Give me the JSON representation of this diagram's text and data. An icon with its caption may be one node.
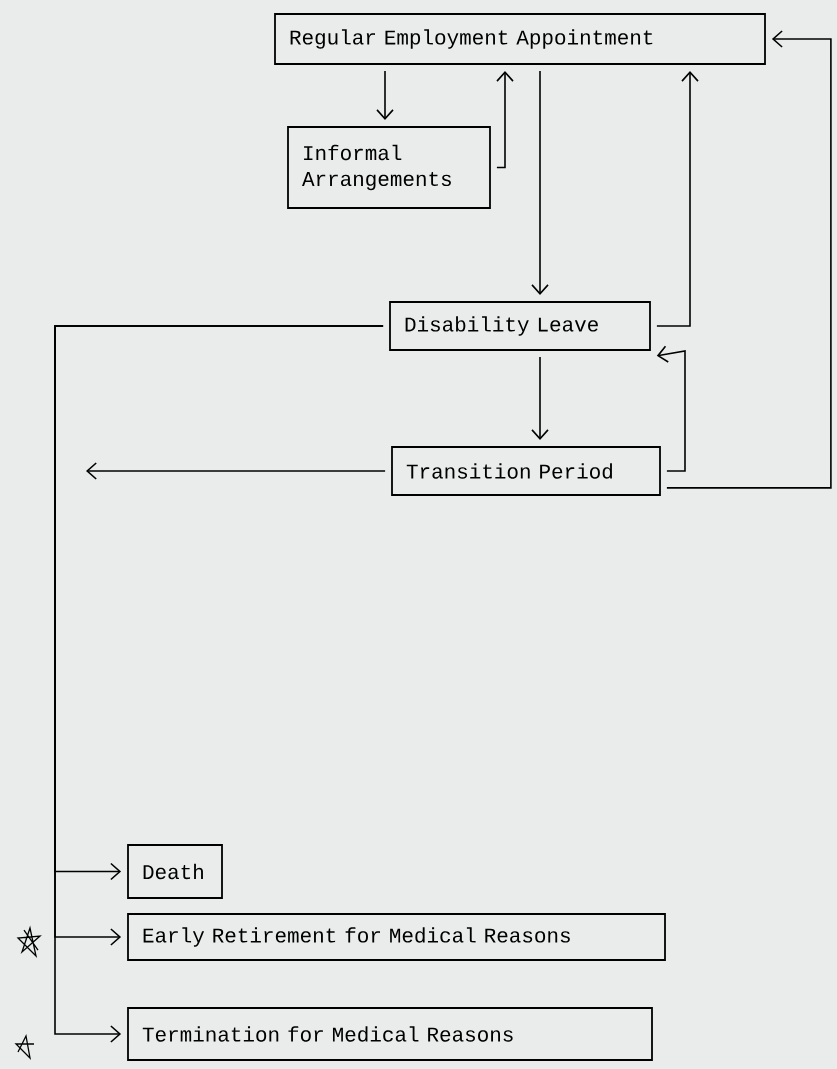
{
  "diagram": {
    "nodes": [
      {
        "text": [
          "Regular Employment Appointment"
        ]
      },
      {
        "text": [
          "Informal Arrangements"
        ]
      },
      {
        "text": [
          "Disability Leave"
        ]
      },
      {
        "text": [
          "Transition Period"
        ]
      },
      {
        "text": [
          "Death"
        ]
      },
      {
        "text": [
          "Early Retirement for Medical Reasons"
        ]
      },
      {
        "text": [
          "Termination for Medical Reasons"
        ]
      }
    ],
    "edges": [
      {
        "from": 0,
        "to": 1,
        "arrow": "to"
      },
      {
        "from": 1,
        "to": 0,
        "arrow": "to"
      },
      {
        "from": 0,
        "to": 2,
        "arrow": "to"
      },
      {
        "from": 2,
        "to": 0,
        "arrow": "to"
      },
      {
        "from": 2,
        "to": 3,
        "arrow": "to"
      },
      {
        "from": 3,
        "to": 2,
        "arrow": "to"
      },
      {
        "from": 3,
        "to": null,
        "arrow": "to"
      },
      {
        "from": 3,
        "to": 0,
        "arrow": "to"
      },
      {
        "from": 2,
        "to": 4,
        "arrow": "to"
      },
      {
        "from": 2,
        "to": 5,
        "arrow": "to"
      },
      {
        "from": 2,
        "to": 6,
        "arrow": "to"
      }
    ]
  }
}
